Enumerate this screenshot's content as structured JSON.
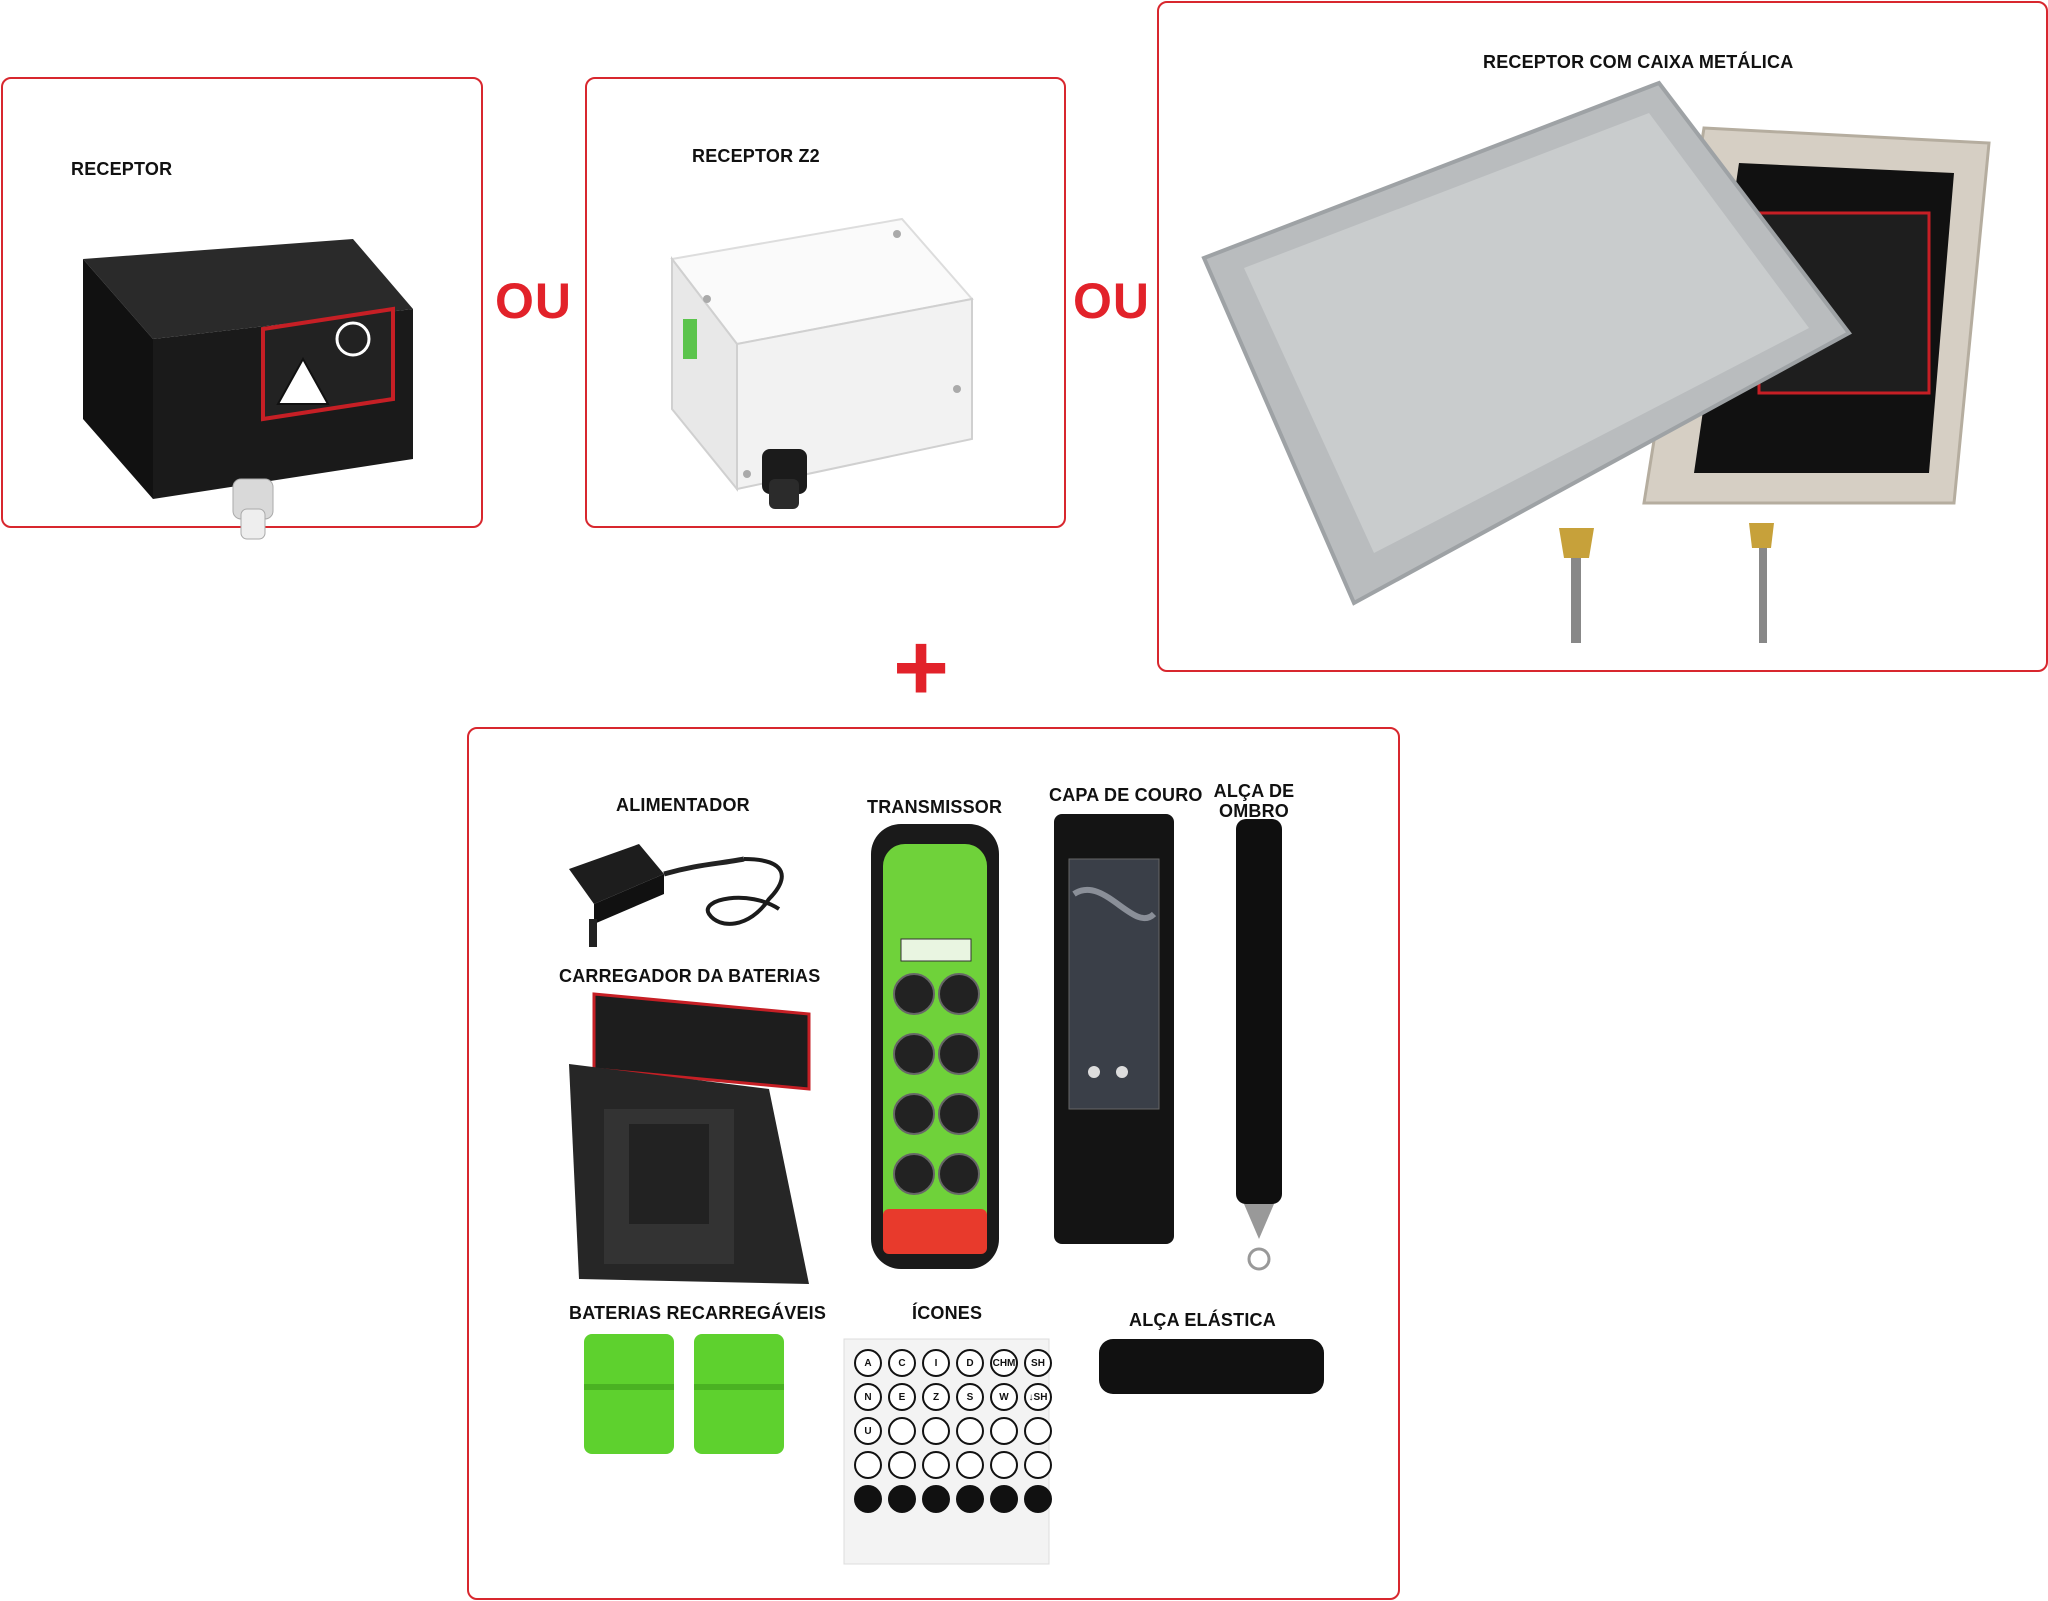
{
  "receivers": {
    "receptor": "RECEPTOR",
    "receptor_z2": "RECEPTOR Z2",
    "receptor_metal": "RECEPTOR COM CAIXA METÁLICA"
  },
  "separators": {
    "or_1": "OU",
    "or_2": "OU",
    "plus": "+"
  },
  "accessories": {
    "alimentador": "ALIMENTADOR",
    "transmissor": "TRANSMISSOR",
    "capa": "CAPA DE COURO",
    "alca_ombro": "ALÇA DE OMBRO",
    "carregador": "CARREGADOR DA BATERIAS",
    "baterias": "BATERIAS RECARREGÁVEIS",
    "icones": "ÍCONES",
    "alca_elastica": "ALÇA ELÁSTICA"
  },
  "colors": {
    "frame": "#d8272e",
    "accent_red": "#e2222a",
    "transmitter_green": "#6fd23a"
  },
  "icon_sheet": [
    "A",
    "C",
    "I",
    "D",
    "CHM",
    "SH",
    "N",
    "E",
    "Z",
    "S",
    "W",
    "↓SH",
    "U"
  ]
}
